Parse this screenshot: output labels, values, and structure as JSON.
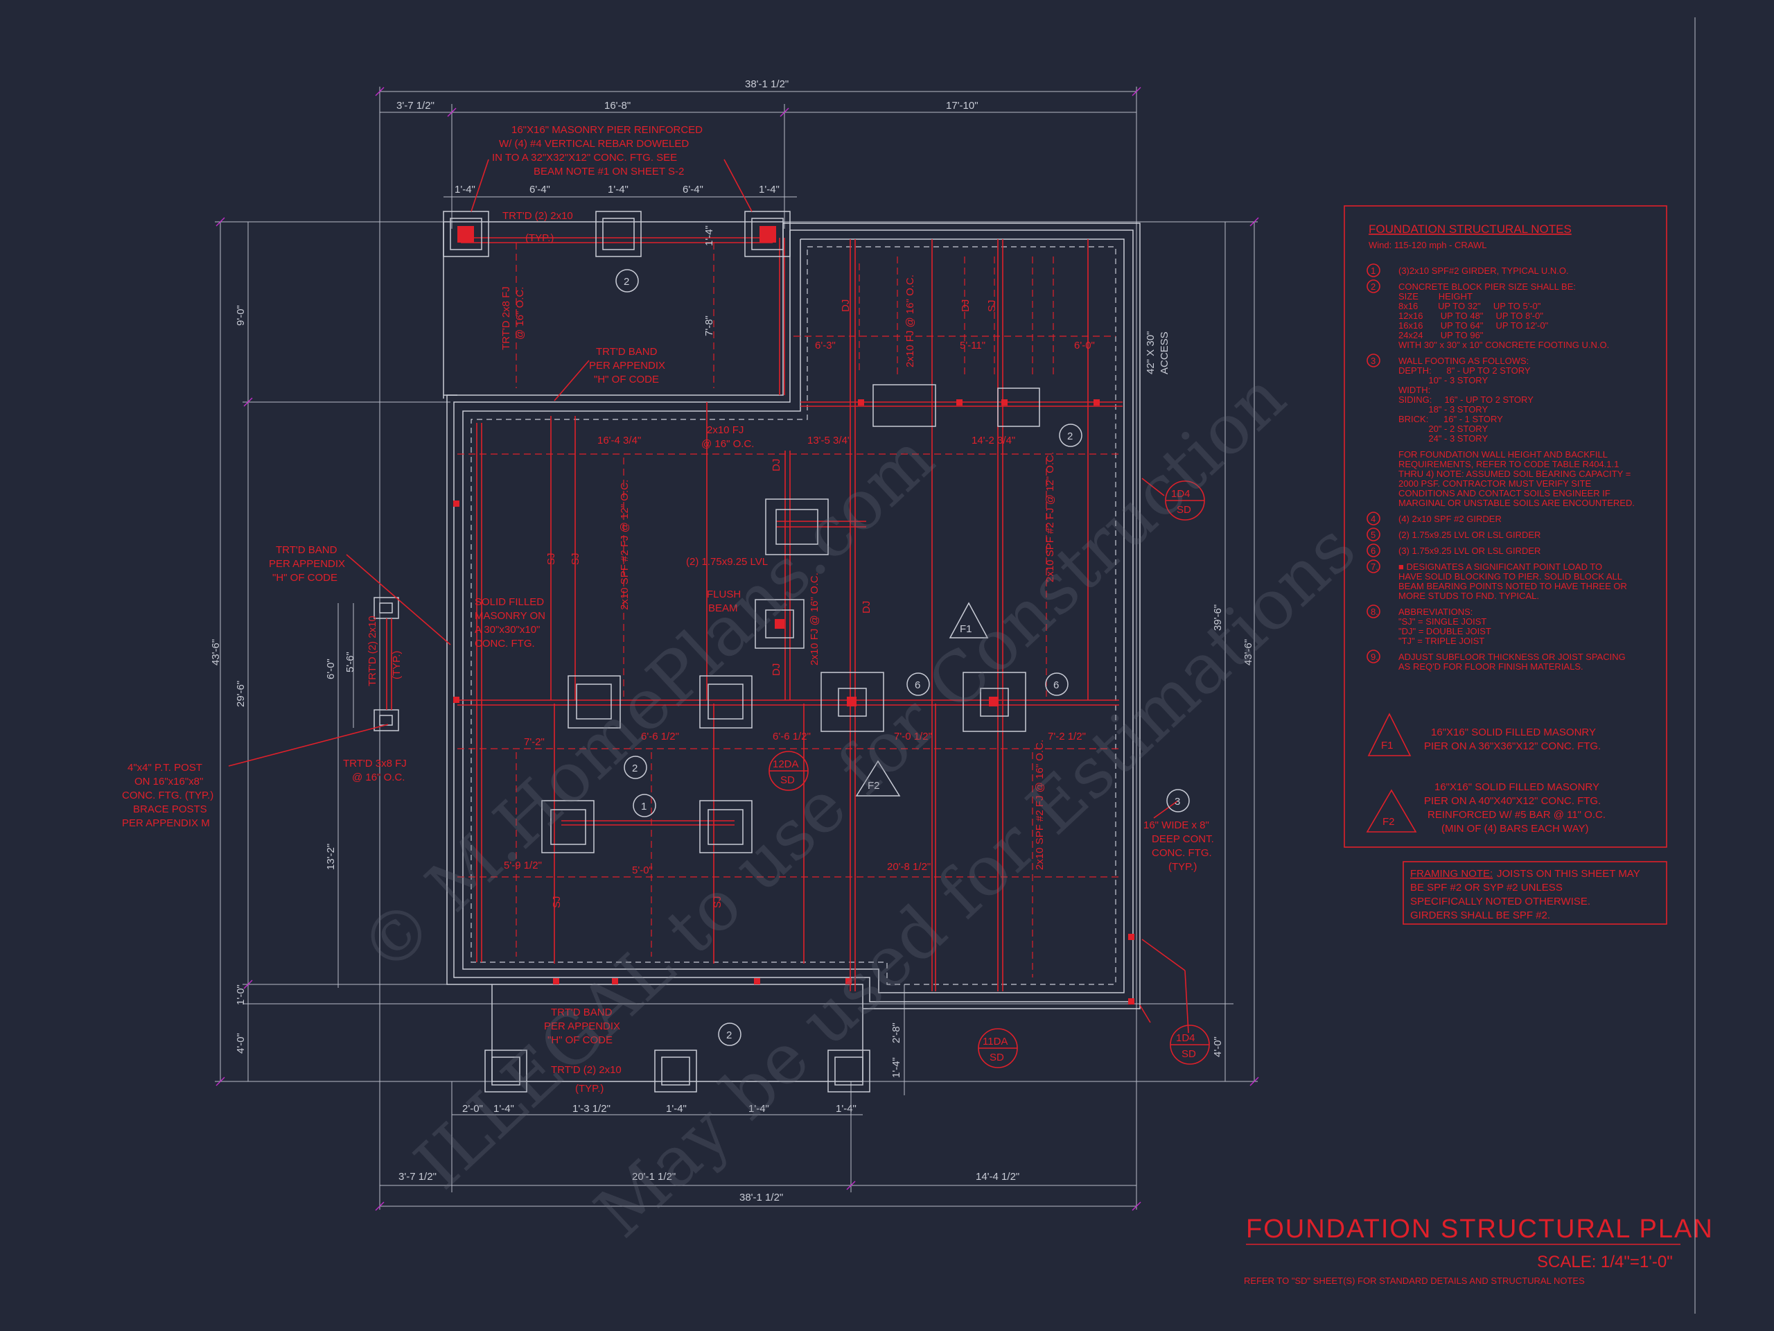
{
  "sheet": {
    "title": "FOUNDATION STRUCTURAL PLAN",
    "scale": "SCALE: 1/4\"=1'-0\"",
    "refer_note": "REFER TO \"SD\" SHEET(S) FOR STANDARD DETAILS AND STRUCTURAL NOTES"
  },
  "watermark": {
    "line1": "© M.HomePlans.com",
    "line2": "ILLEGAL to use for Construction",
    "line3": "May be used for Estimations"
  },
  "dimensions": {
    "top_total": "38'-1 1/2\"",
    "top_left": "3'-7 1/2\"",
    "top_mid": "16'-8\"",
    "top_right": "17'-10\"",
    "pier_a": "1'-4\"",
    "pier_span1": "6'-4\"",
    "pier_b": "1'-4\"",
    "pier_span2": "6'-4\"",
    "pier_c": "1'-4\"",
    "left_total": "43'-6\"",
    "right_total": "43'-6\"",
    "left_top": "9'-0\"",
    "left_mid": "29'-6\"",
    "left_bot1": "1'-0\"",
    "left_bot2": "4'-0\"",
    "right_mid": "39'-6\"",
    "right_bot": "4'-0\"",
    "post_dim1": "6'-0\"",
    "post_dim2": "5'-6\"",
    "post_dim3": "13'-2\"",
    "bot_total": "38'-1 1/2\"",
    "bot_left": "3'-7 1/2\"",
    "bot_mid": "20'-1 1/2\"",
    "bot_right": "14'-4 1/2\"",
    "bot_p1": "2'-0\"",
    "bot_p2": "1'-4\"",
    "bot_p3": "1'-3 1/2\"",
    "bot_p4": "1'-4\"",
    "bot_p5": "1'-4\"",
    "bot_p6": "1'-4\"",
    "stair_1": "2'-8\"",
    "stair_2": "1'-4\"",
    "inner_1": "1'-4\"",
    "inner_2": "7'-8\""
  },
  "callouts": {
    "pier_note": [
      "16\"X16\" MASONRY PIER REINFORCED",
      "W/ (4) #4 VERTICAL REBAR DOWELED",
      "IN TO A 32\"X32\"X12\" CONC. FTG. SEE",
      "BEAM NOTE #1 ON SHEET S-2"
    ],
    "trtd_top": [
      "TRT'D (2) 2x10",
      "(TYP.)"
    ],
    "trtd_fj": [
      "TRT'D 2x8 FJ",
      "@ 16\" O.C."
    ],
    "band_top": [
      "TRT'D BAND",
      "PER APPENDIX",
      "\"H\" OF CODE"
    ],
    "band_left": [
      "TRT'D BAND",
      "PER APPENDIX",
      "\"H\" OF CODE"
    ],
    "band_bot": [
      "TRT'D BAND",
      "PER APPENDIX",
      "\"H\" OF CODE"
    ],
    "trtd_bot": [
      "TRT'D (2) 2x10",
      "(TYP.)"
    ],
    "trtd_left": [
      "TRT'D (2) 2x10",
      "(TYP.)"
    ],
    "trtd_3x8": [
      "TRT'D 3x8 FJ",
      "@ 16\" O.C."
    ],
    "post_note": [
      "4\"x4\" P.T. POST",
      "ON 16\"x16\"x8\"",
      "CONC. FTG. (TYP.)",
      "BRACE POSTS",
      "PER APPENDIX M"
    ],
    "solid_masonry": [
      "SOLID FILLED",
      "MASONRY ON",
      "A 30\"x30\"x10\"",
      "CONC. FTG."
    ],
    "fj_2x10": [
      "2x10 FJ",
      "@ 16\" O.C."
    ],
    "lvl": "(2) 1.75x9.25 LVL",
    "flush_beam": [
      "FLUSH",
      "BEAM"
    ],
    "access": [
      "42\" X 30\"",
      "ACCESS"
    ],
    "footing": [
      "16\" WIDE x 8\"",
      "DEEP CONT.",
      "CONC. FTG.",
      "(TYP.)"
    ],
    "det_104": [
      "1D4",
      "SD"
    ],
    "det_104b": [
      "1D4",
      "SD"
    ],
    "det_110": [
      "11DA",
      "SD"
    ],
    "det_122": [
      "12DA",
      "SD"
    ],
    "sj": "SJ",
    "dj": "DJ",
    "f1": "F1",
    "f2": "F2",
    "span_labels": [
      "16'-4 3/4\"",
      "13'-5 3/4\"",
      "14'-2 3/4\"",
      "6'-3\"",
      "5'-11\"",
      "6'-0\"",
      "7'-2\"",
      "6'-6 1/2\"",
      "6'-6 1/2\"",
      "7'-0 1/2\"",
      "7'-2 1/2\"",
      "5'-0\"",
      "20'-8 1/2\"",
      "5'-9 1/2\""
    ],
    "joist_1": "2x10 FJ @ 16\" O.C.",
    "joist_2": "2x10 SPF #2 FJ @ 12\" O.C.",
    "joist_3": "2x10 SPF #2 FJ @ 16\" O.C.",
    "joist_4": "2x10 SPF #2 FJ @ 12\" O.C."
  },
  "notes": {
    "heading": "FOUNDATION STRUCTURAL NOTES",
    "wind": "Wind: 115-120 mph - CRAWL",
    "items": [
      {
        "num": "1",
        "text": [
          "(3)2x10 SPF#2 GIRDER, TYPICAL U.N.O."
        ]
      },
      {
        "num": "2",
        "text": [
          "CONCRETE BLOCK PIER SIZE SHALL BE:",
          "SIZE        HEIGHT",
          "8x16        UP TO 32\"     UP TO 5'-0\"",
          "12x16       UP TO 48\"     UP TO 8'-0\"",
          "16x16       UP TO 64\"     UP TO 12'-0\"",
          "24x24       UP TO 96\"",
          "WITH 30\" x 30\" x 10\" CONCRETE FOOTING U.N.O."
        ]
      },
      {
        "num": "3",
        "text": [
          "WALL FOOTING AS FOLLOWS:",
          "DEPTH:      8\" - UP TO 2 STORY",
          "            10\" - 3 STORY",
          "WIDTH:",
          "SIDING:     16\" - UP TO 2 STORY",
          "            18\" - 3 STORY",
          "BRICK:      16\" - 1 STORY",
          "            20\" - 2 STORY",
          "            24\" - 3 STORY"
        ]
      },
      {
        "num": "",
        "text": [
          "FOR FOUNDATION WALL HEIGHT AND BACKFILL",
          "REQUIREMENTS, REFER TO CODE TABLE R404.1.1",
          "THRU 4) NOTE: ASSUMED SOIL BEARING CAPACITY =",
          "2000 PSF. CONTRACTOR MUST VERIFY SITE",
          "CONDITIONS AND CONTACT SOILS ENGINEER IF",
          "MARGINAL OR UNSTABLE SOILS ARE ENCOUNTERED."
        ]
      },
      {
        "num": "4",
        "text": [
          "(4) 2x10 SPF #2 GIRDER"
        ]
      },
      {
        "num": "5",
        "text": [
          "(2) 1.75x9.25 LVL OR LSL GIRDER"
        ]
      },
      {
        "num": "6",
        "text": [
          "(3) 1.75x9.25 LVL OR LSL GIRDER"
        ]
      },
      {
        "num": "7.",
        "text": [
          "■ DESIGNATES A SIGNIFICANT POINT LOAD TO",
          "HAVE SOLID BLOCKING TO PIER. SOLID BLOCK ALL",
          "BEAM BEARING POINTS NOTED TO HAVE THREE OR",
          "MORE STUDS TO FND. TYPICAL."
        ]
      },
      {
        "num": "8.",
        "text": [
          "ABBREVIATIONS:",
          "\"SJ\" = SINGLE JOIST",
          "\"DJ\" = DOUBLE JOIST",
          "\"TJ\" = TRIPLE JOIST"
        ]
      },
      {
        "num": "9.",
        "text": [
          "ADJUST SUBFLOOR THICKNESS OR JOIST SPACING",
          "AS REQ'D FOR FLOOR FINISH MATERIALS."
        ]
      }
    ],
    "f1_text": [
      "16\"X16\" SOLID FILLED MASONRY",
      "PIER ON A 36\"X36\"X12\" CONC. FTG."
    ],
    "f2_text": [
      "16\"X16\" SOLID FILLED MASONRY",
      "PIER ON A 40\"X40\"X12\" CONC. FTG.",
      "REINFORCED W/ #5 BAR @ 11\" O.C.",
      "(MIN OF (4) BARS EACH WAY)"
    ]
  },
  "framing_note": {
    "label": "FRAMING NOTE:",
    "text": [
      "JOISTS ON THIS SHEET MAY",
      "BE SPF #2 OR SYP #2 UNLESS",
      "SPECIFICALLY NOTED OTHERWISE.",
      "GIRDERS SHALL BE SPF #2."
    ]
  },
  "colors": {
    "background": "#232838",
    "red": "#e0202a",
    "white": "#c9ccd6",
    "magenta": "#c02cc8"
  }
}
